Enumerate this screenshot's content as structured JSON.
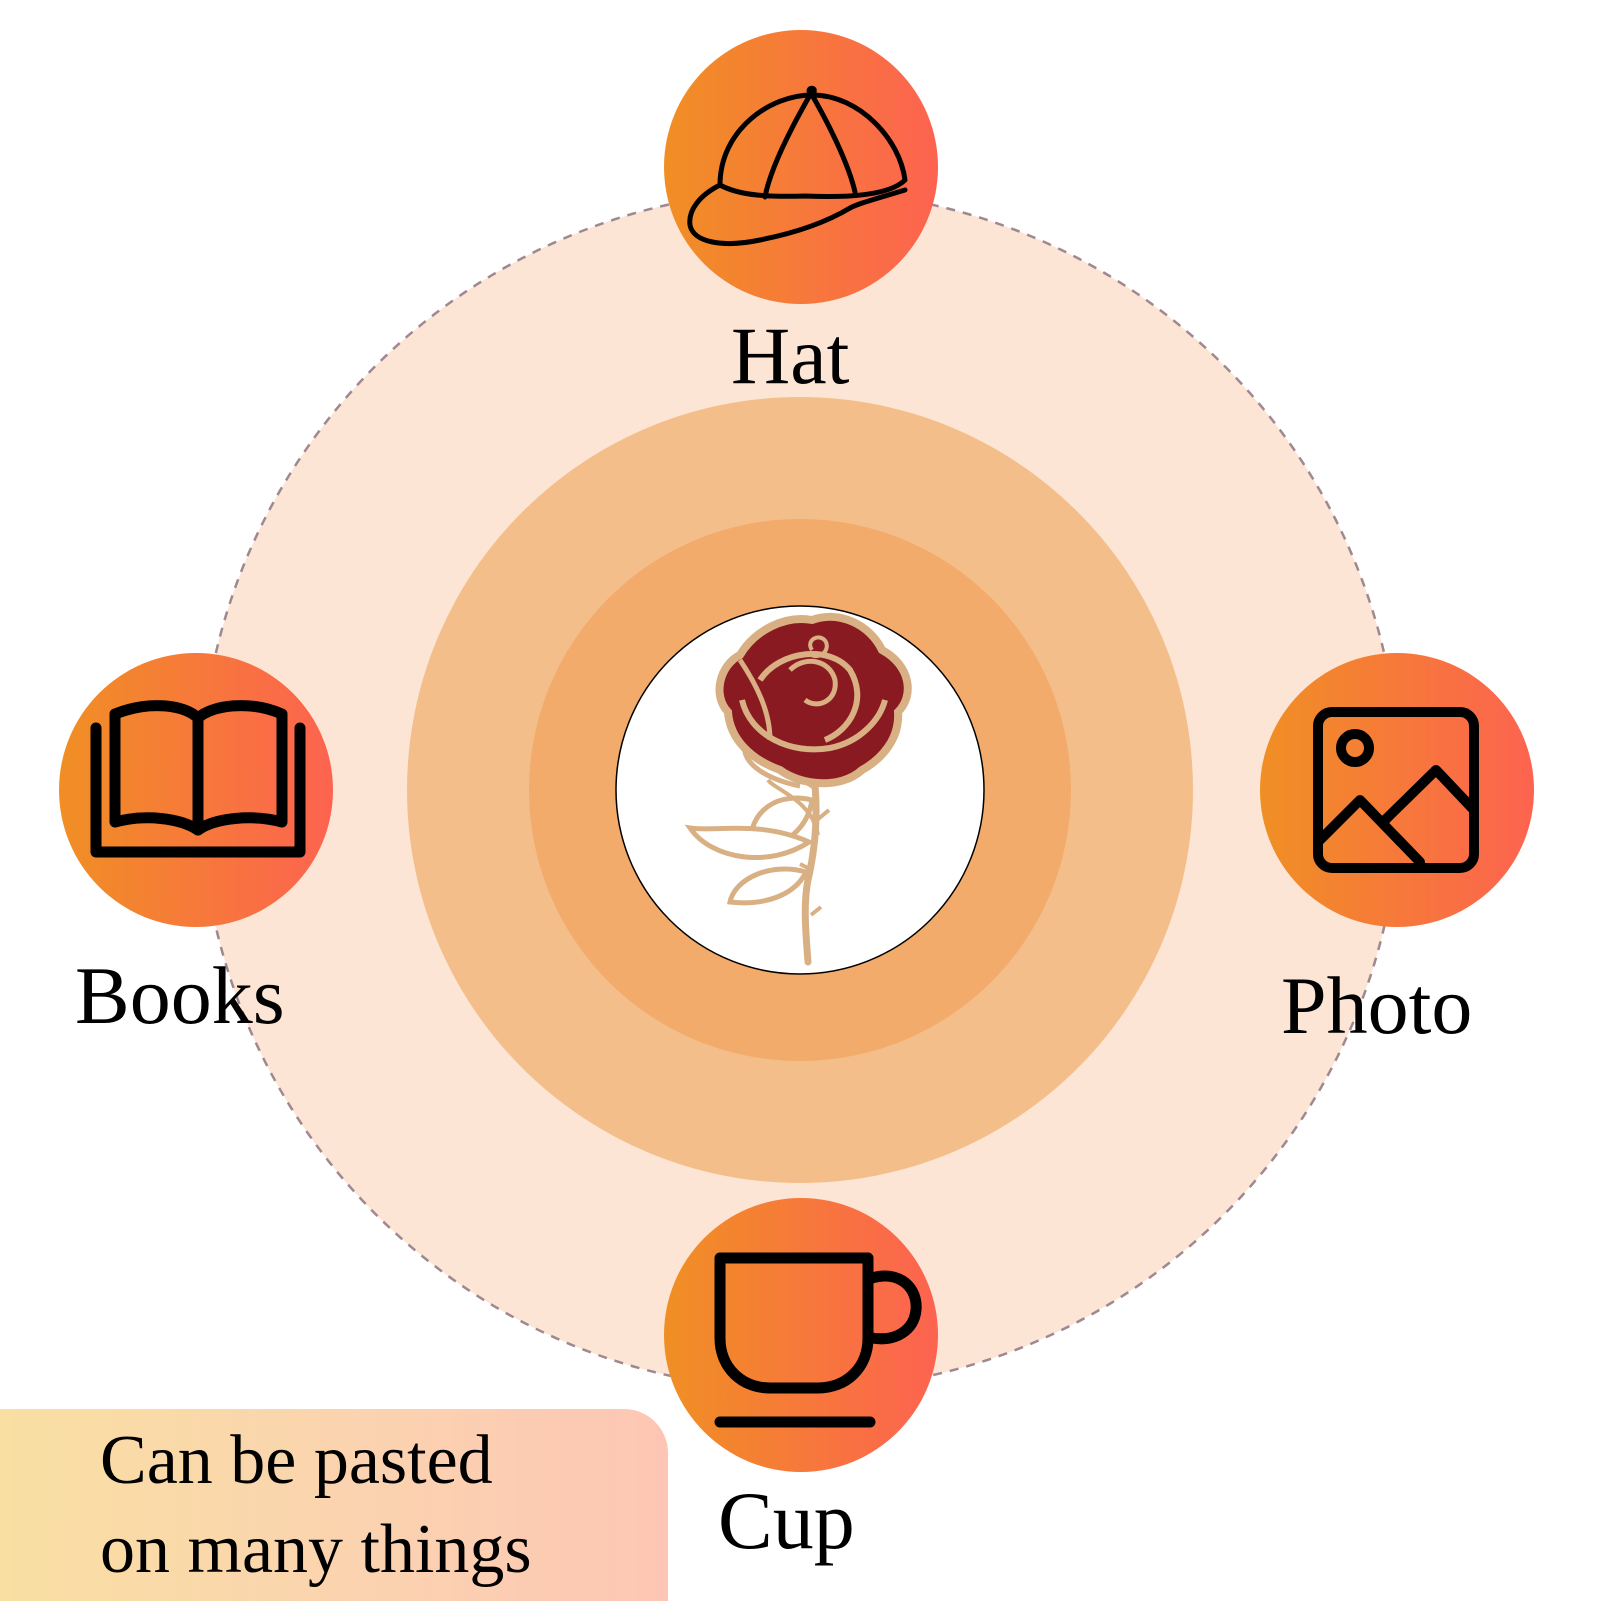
{
  "items": [
    {
      "label": "Hat",
      "icon": "hat-icon"
    },
    {
      "label": "Books",
      "icon": "book-icon"
    },
    {
      "label": "Photo",
      "icon": "image-icon"
    },
    {
      "label": "Cup",
      "icon": "cup-icon"
    }
  ],
  "center": {
    "icon": "rose-icon"
  },
  "note": {
    "line1": "Can be pasted",
    "line2": "on many things"
  },
  "colors": {
    "outer_ring": "#fce5d4",
    "dashed_border": "#a08891",
    "middle_ring": "#f4be8b",
    "inner_ring": "#f2ab6a",
    "badge_start": "#f08f24",
    "badge_end": "#fd6350",
    "rose_petal": "#8a1a22",
    "rose_outline": "#d8b083",
    "icon_stroke": "#000000"
  }
}
